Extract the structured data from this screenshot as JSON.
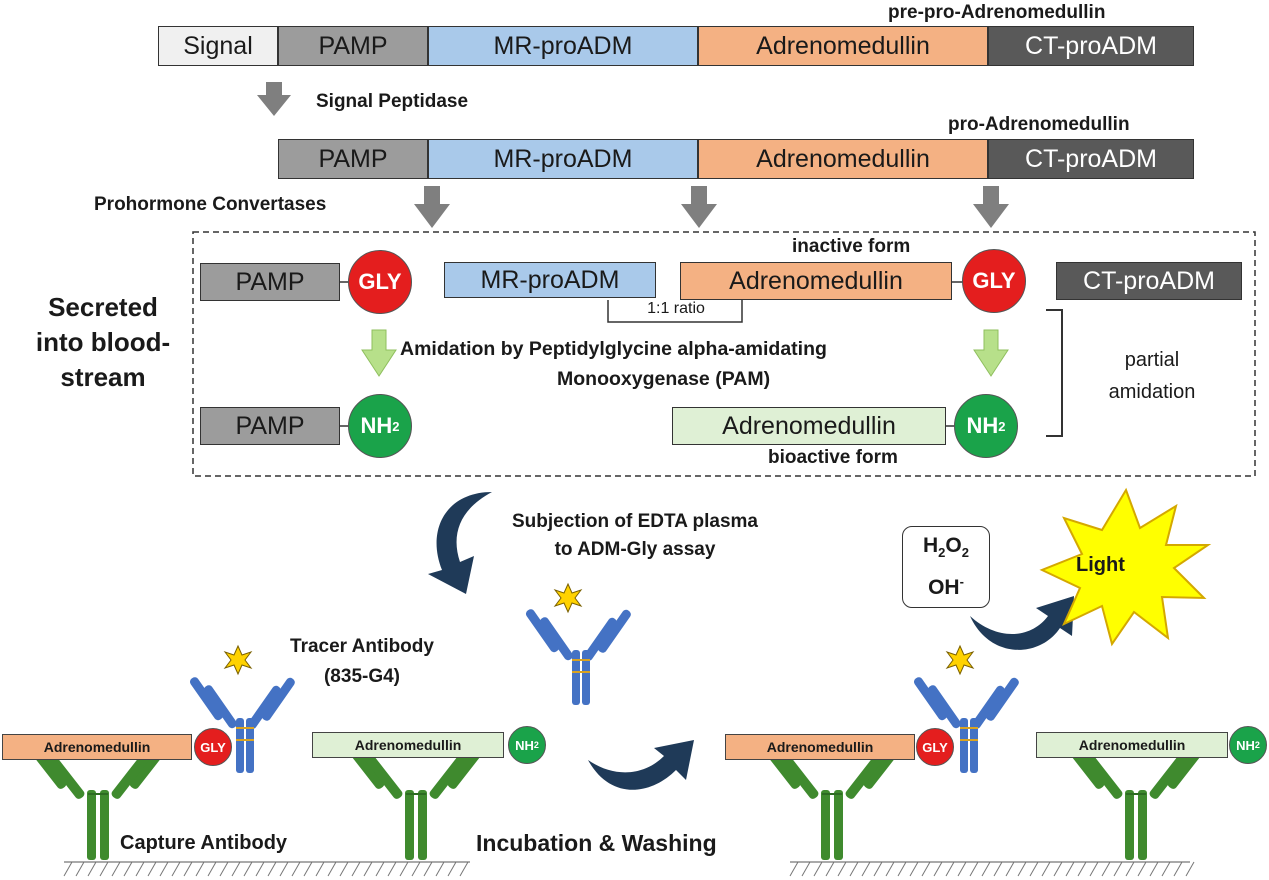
{
  "colors": {
    "signal": "#f0f0f0",
    "pamp": "#9c9c9c",
    "mrproadm": "#a9c9ea",
    "adm": "#f4b183",
    "ctproadm": "#595959",
    "adm_bioactive": "#dff0d5",
    "gly": "#e41e1e",
    "nh2": "#1aa34a",
    "arrow_grey": "#7f7f7f",
    "arrow_green": "#b7e08a",
    "arrow_navy": "#1f3a58",
    "antibody_green": "#3f8a2e",
    "antibody_blue": "#4472c4",
    "star": "#ffd200"
  },
  "row1": {
    "label": "pre-pro-Adrenomedullin",
    "segments": [
      "Signal",
      "PAMP",
      "MR-proADM",
      "Adrenomedullin",
      "CT-proADM"
    ]
  },
  "step1": {
    "label": "Signal Peptidase"
  },
  "row2": {
    "label": "pro-Adrenomedullin",
    "segments": [
      "PAMP",
      "MR-proADM",
      "Adrenomedullin",
      "CT-proADM"
    ]
  },
  "step2": {
    "label": "Prohormone Convertases"
  },
  "secreted": {
    "line1": "Secreted",
    "line2": "into blood-",
    "line3": "stream"
  },
  "box": {
    "pamp": "PAMP",
    "gly": "GLY",
    "mrproadm": "MR-proADM",
    "adm": "Adrenomedullin",
    "ctproadm": "CT-proADM",
    "ratio": "1:1 ratio",
    "inactive": "inactive form",
    "amidation_line1": "Amidation by Peptidylglycine alpha-amidating",
    "amidation_line2": "Monooxygenase (PAM)",
    "nh2_main": "NH",
    "nh2_sub": "2",
    "bioactive": "bioactive form",
    "partial_line1": "partial",
    "partial_line2": "amidation"
  },
  "assay": {
    "subjection_line1": "Subjection of EDTA plasma",
    "subjection_line2": "to ADM-Gly assay",
    "tracer_line1": "Tracer Antibody",
    "tracer_line2": "(835-G4)",
    "capture": "Capture Antibody",
    "incubation": "Incubation & Washing",
    "adm": "Adrenomedullin",
    "gly": "GLY",
    "nh2_main": "NH",
    "nh2_sub": "2",
    "reagent_line1_main": "H",
    "reagent_line1_sub1": "2",
    "reagent_line1_mid": "O",
    "reagent_line1_sub2": "2",
    "reagent_line2_main": "OH",
    "reagent_line2_sup": "-",
    "light": "Light"
  }
}
